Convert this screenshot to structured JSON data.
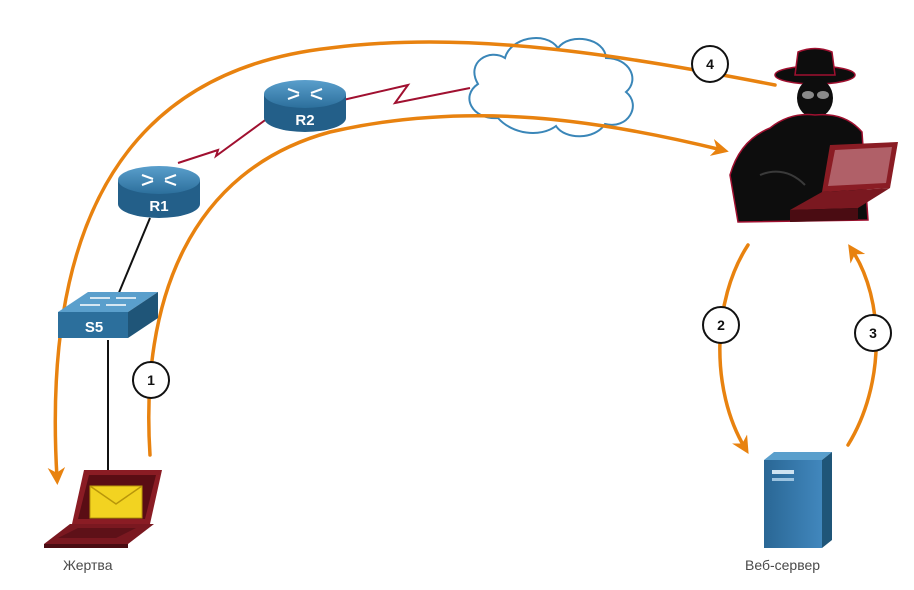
{
  "devices": {
    "router1": "R1",
    "router2": "R2",
    "switch": "S5",
    "victim_label": "Жертва",
    "server_label": "Веб-сервер"
  },
  "steps": [
    "1",
    "2",
    "3",
    "4"
  ],
  "colors": {
    "arrow": "#e8820f",
    "serial_link": "#a01030",
    "cloud_stroke": "#3a86b8",
    "device_blue": "#2c6f9c",
    "laptop": "#8a1c24",
    "envelope": "#f2d321"
  },
  "icons": [
    "router-icon",
    "switch-icon",
    "cloud-icon",
    "laptop-icon",
    "envelope-icon",
    "hacker-icon",
    "server-icon"
  ]
}
